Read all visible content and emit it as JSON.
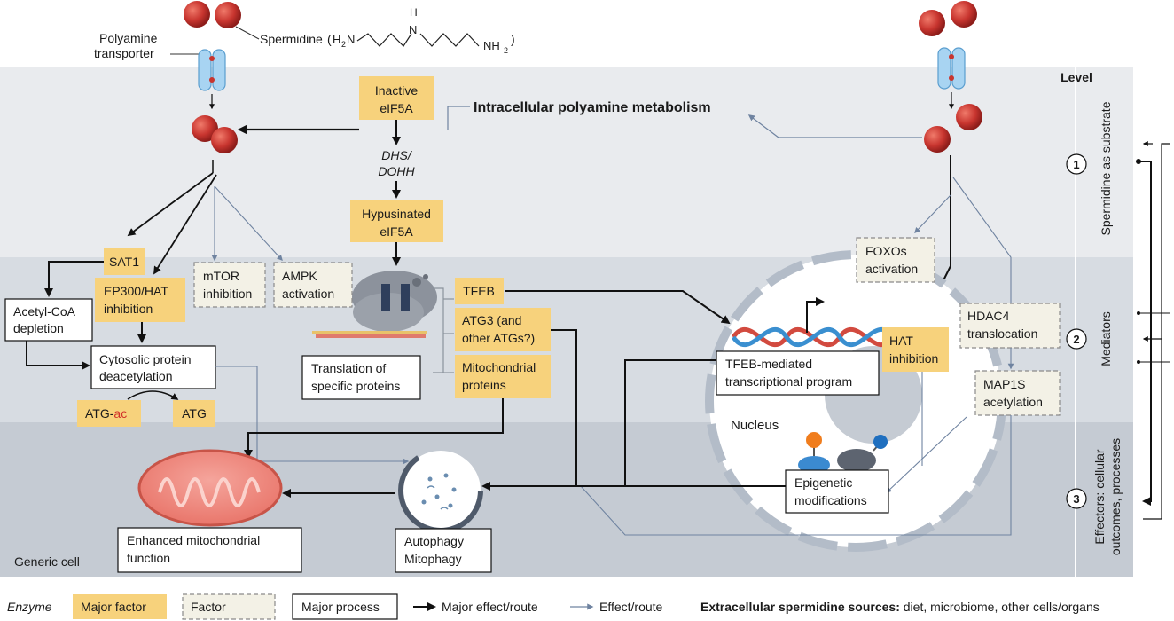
{
  "header": {
    "spermidine_label": "Spermidine",
    "formula_h2n": "H",
    "formula_h2n_sub": "2",
    "formula_h2n_n": "N",
    "formula_nh": "H",
    "formula_n": "N",
    "formula_nh2": "NH",
    "formula_nh2_sub": "2",
    "paren_open": "(",
    "paren_close": ")",
    "transporter_line1": "Polyamine",
    "transporter_line2": "transporter"
  },
  "center_title": "Intracellular polyamine metabolism",
  "level": {
    "title": "Level",
    "levels": [
      {
        "num": "1",
        "label": "Spermidine as substrate"
      },
      {
        "num": "2",
        "label": "Mediators"
      },
      {
        "num": "3",
        "label_line1": "Effectors: cellular",
        "label_line2": "outcomes, processes"
      }
    ]
  },
  "nodes": {
    "inactive_eif5a": [
      "Inactive",
      "eIF5A"
    ],
    "dhs_dohh": [
      "DHS/",
      "DOHH"
    ],
    "hypusinated_eif5a": [
      "Hypusinated",
      "eIF5A"
    ],
    "sat1": "SAT1",
    "acetyl_coa": [
      "Acetyl-CoA",
      "depletion"
    ],
    "ep300": [
      "EP300/HAT",
      "inhibition"
    ],
    "mtor": [
      "mTOR",
      "inhibition"
    ],
    "ampk": [
      "AMPK",
      "activation"
    ],
    "cytosolic": [
      "Cytosolic protein",
      "deacetylation"
    ],
    "atg_ac": [
      "ATG-",
      "ac"
    ],
    "atg": "ATG",
    "translation": [
      "Translation of",
      "specific proteins"
    ],
    "tfeb": "TFEB",
    "atg3": [
      "ATG3 (and",
      "other ATGs?)"
    ],
    "mito_proteins": [
      "Mitochondrial",
      "proteins"
    ],
    "foxos": [
      "FOXOs",
      "activation"
    ],
    "hdac4": [
      "HDAC4",
      "translocation"
    ],
    "map1s": [
      "MAP1S",
      "acetylation"
    ],
    "tfeb_program": [
      "TFEB-mediated",
      "transcriptional program"
    ],
    "hat_inhibition": [
      "HAT",
      "inhibition"
    ],
    "nucleus": "Nucleus",
    "epigenetic": [
      "Epigenetic",
      "modifications"
    ],
    "enhanced_mito": [
      "Enhanced mitochondrial",
      "function"
    ],
    "autophagy": [
      "Autophagy",
      "Mitophagy"
    ],
    "generic_cell": "Generic cell"
  },
  "legend": {
    "enzyme": "Enzyme",
    "major_factor": "Major factor",
    "factor": "Factor",
    "major_process": "Major process",
    "major_route": "Major effect/route",
    "route": "Effect/route",
    "sources_bold": "Extracellular spermidine sources:",
    "sources_text": " diet, microbiome, other cells/organs"
  },
  "colors": {
    "major_factor": "#f7d27c",
    "factor": "#f3f1e6",
    "band1": "#e9ebee",
    "band2": "#d7dce2",
    "band3": "#c5cbd3",
    "spermidine": "#c8352f",
    "accent_red": "#d2322a",
    "route_thin": "#6f83a0",
    "route_major": "#111111"
  }
}
